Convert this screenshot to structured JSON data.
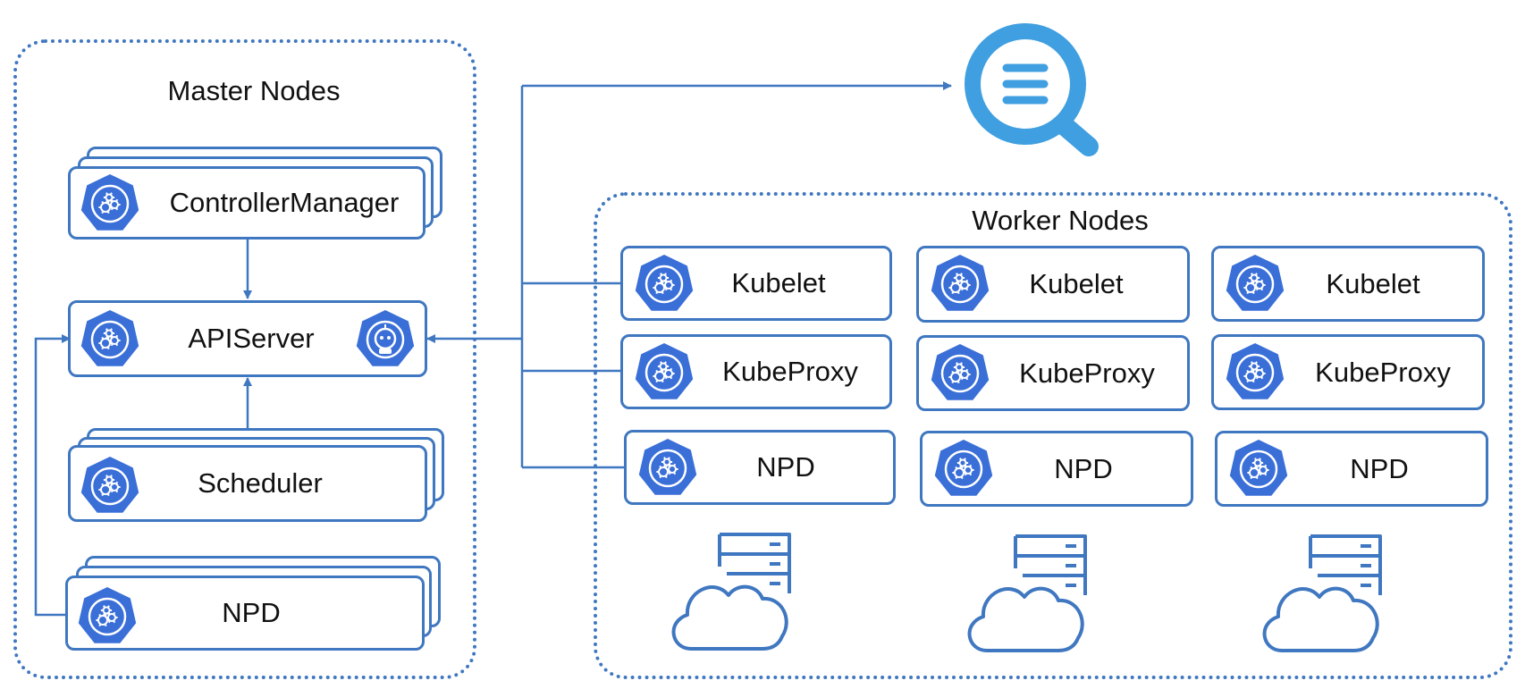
{
  "master": {
    "title": "Master Nodes",
    "controller_manager": "ControllerManager",
    "apiserver": "APIServer",
    "scheduler": "Scheduler",
    "npd": "NPD"
  },
  "worker": {
    "title": "Worker Nodes",
    "columns": [
      {
        "kubelet": "Kubelet",
        "kubeproxy": "KubeProxy",
        "npd": "NPD"
      },
      {
        "kubelet": "Kubelet",
        "kubeproxy": "KubeProxy",
        "npd": "NPD"
      },
      {
        "kubelet": "Kubelet",
        "kubeproxy": "KubeProxy",
        "npd": "NPD"
      }
    ]
  },
  "icons": {
    "component": "kubernetes-wheel-icon",
    "apiserver_extra": "robot-icon",
    "log_search": "search-list-icon",
    "node": "cloud-server-icon"
  },
  "colors": {
    "accent": "#3f77c0",
    "icon_blue": "#3a6fd8",
    "search_blue": "#3f9fe0"
  }
}
